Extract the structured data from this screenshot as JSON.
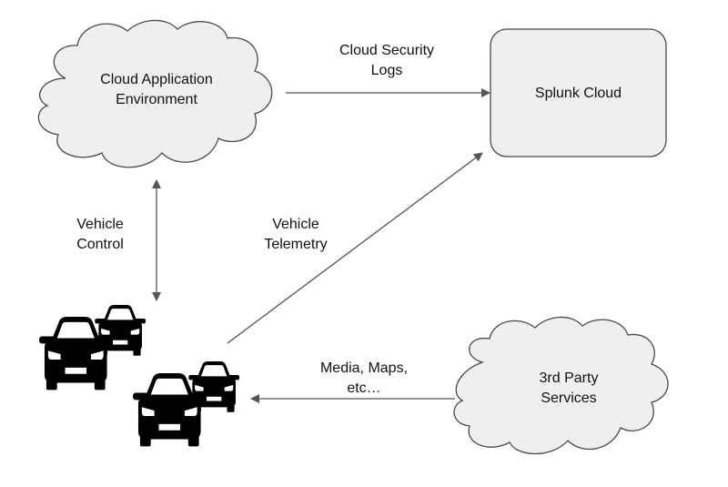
{
  "nodes": {
    "cloud_app": {
      "lines": [
        "Cloud Application",
        "Environment"
      ],
      "shape": "cloud"
    },
    "splunk": {
      "lines": [
        "Splunk Cloud"
      ],
      "shape": "rounded-rectangle"
    },
    "third_party": {
      "lines": [
        "3rd Party",
        "Services"
      ],
      "shape": "cloud"
    },
    "vehicles": {
      "icon": "cars-icon",
      "count": 4
    }
  },
  "edges": {
    "security_logs": {
      "lines": [
        "Cloud Security",
        "Logs"
      ],
      "from": "Cloud Application Environment",
      "to": "Splunk Cloud",
      "direction": "one-way"
    },
    "vehicle_control": {
      "lines": [
        "Vehicle",
        "Control"
      ],
      "from": "Cloud Application Environment",
      "to": "Vehicles",
      "direction": "two-way"
    },
    "telemetry": {
      "lines": [
        "Vehicle",
        "Telemetry"
      ],
      "from": "Vehicles",
      "to": "Splunk Cloud",
      "direction": "one-way"
    },
    "media": {
      "lines": [
        "Media, Maps,",
        "etc…"
      ],
      "from": "3rd Party Services",
      "to": "Vehicles",
      "direction": "one-way"
    }
  },
  "colors": {
    "shape_fill": "#efefef",
    "shape_stroke": "#4a4a4a",
    "arrow": "#555555",
    "text": "#111111"
  }
}
